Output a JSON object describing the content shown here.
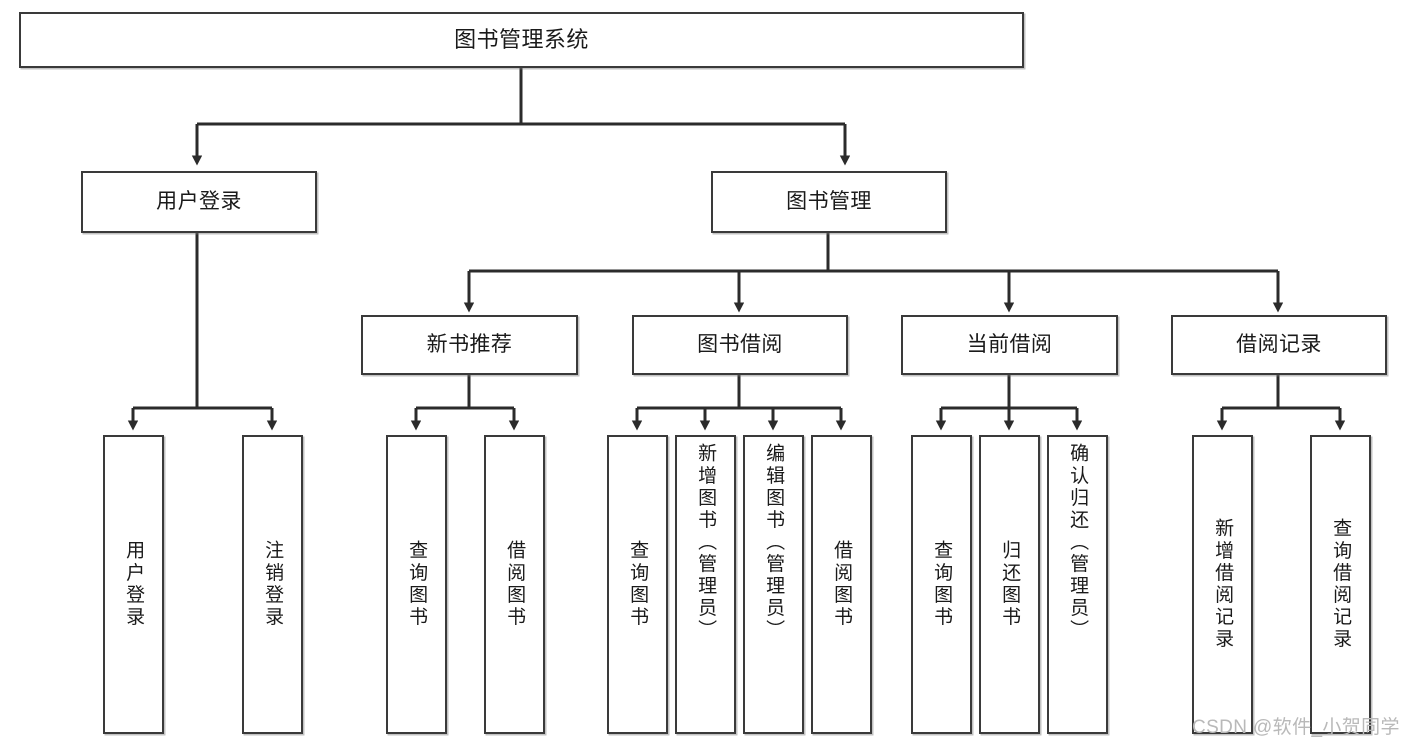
{
  "diagram": {
    "title": "图书管理系统",
    "type": "hierarchy-tree",
    "root": {
      "label": "图书管理系统"
    },
    "level2": [
      {
        "label": "用户登录"
      },
      {
        "label": "图书管理"
      }
    ],
    "level3": [
      {
        "label": "新书推荐"
      },
      {
        "label": "图书借阅"
      },
      {
        "label": "当前借阅"
      },
      {
        "label": "借阅记录"
      }
    ],
    "leaves": {
      "user_login": [
        {
          "label": "用户登录"
        },
        {
          "label": "注销登录"
        }
      ],
      "new_book_recommend": [
        {
          "label": "查询图书"
        },
        {
          "label": "借阅图书"
        }
      ],
      "book_borrow": [
        {
          "label": "查询图书"
        },
        {
          "label": "新增图书（管理员）"
        },
        {
          "label": "编辑图书（管理员）"
        },
        {
          "label": "借阅图书"
        }
      ],
      "current_borrow": [
        {
          "label": "查询图书"
        },
        {
          "label": "归还图书"
        },
        {
          "label": "确认归还（管理员）"
        }
      ],
      "borrow_record": [
        {
          "label": "新增借阅记录"
        },
        {
          "label": "查询借阅记录"
        }
      ]
    }
  },
  "watermark": {
    "text": "CSDN @软件_小贺同学"
  },
  "colors": {
    "box_border": "#3a3a3a",
    "box_fill": "#ffffff",
    "connector": "#2b2b2b",
    "text": "#1a1a1a",
    "watermark": "#b9b9b9"
  }
}
